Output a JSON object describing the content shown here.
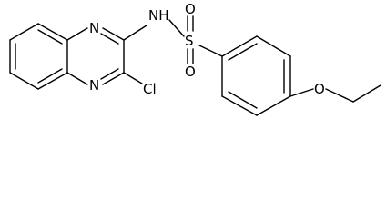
{
  "structure": {
    "atoms": {
      "nitrogen_top": "N",
      "nitrogen_bottom": "N",
      "nh": "NH",
      "sulfur": "S",
      "oxygen_sulfonyl_top": "O",
      "oxygen_sulfonyl_bottom": "O",
      "chlorine": "Cl",
      "oxygen_ether": "O"
    },
    "colors": {
      "bond": "#000000",
      "label": "#000000",
      "background": "#ffffff"
    }
  }
}
